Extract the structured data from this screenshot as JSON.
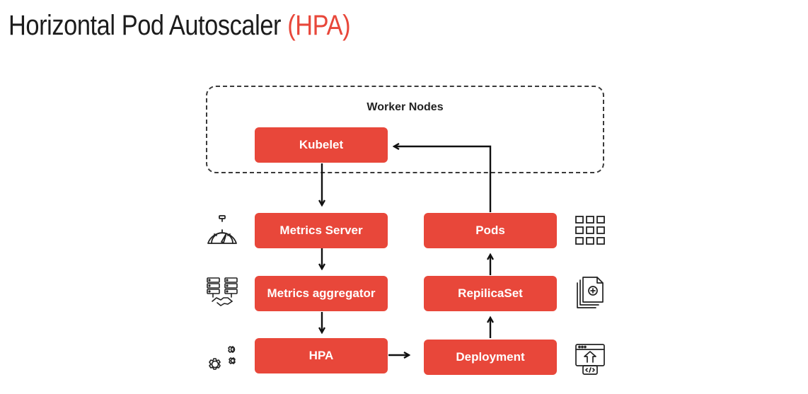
{
  "title": {
    "main": "Horizontal Pod Autoscaler",
    "accent": "(HPA)"
  },
  "diagram": {
    "container_label": "Worker Nodes",
    "nodes": {
      "kubelet": "Kubelet",
      "metrics_server": "Metrics Server",
      "metrics_aggregator": "Metrics aggregator",
      "hpa": "HPA",
      "pods": "Pods",
      "replicaset": "RepilicaSet",
      "deployment": "Deployment"
    },
    "icons": {
      "metrics_server": "gauge-icon",
      "metrics_aggregator": "server-handshake-icon",
      "hpa": "gears-icon",
      "pods": "grid-icon",
      "replicaset": "documents-add-icon",
      "deployment": "deploy-window-icon"
    },
    "colors": {
      "accent": "#e8473a",
      "text": "#1c1c1c"
    }
  }
}
